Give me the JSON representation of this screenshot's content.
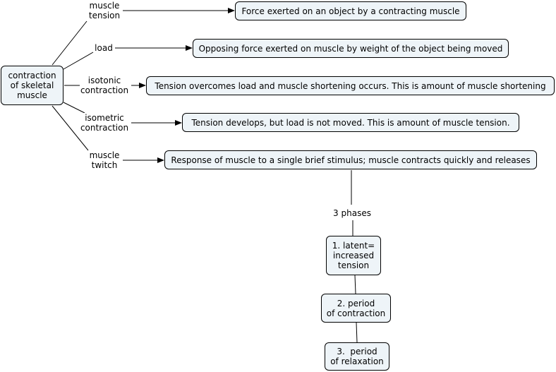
{
  "colors": {
    "node_fill": "#eef4f8",
    "stroke": "#000000",
    "background": "#ffffff"
  },
  "nodes": {
    "root": "contraction\nof skeletal\nmuscle",
    "def_tension": "Force exerted on an object by a contracting muscle",
    "def_load": "Opposing force exerted on muscle by weight of the object being moved",
    "def_isotonic": "Tension overcomes load and muscle shortening occurs.  This is amount of muscle shortening",
    "def_isometric": "Tension develops, but load is not moved.  This is amount of muscle tension.",
    "def_twitch": "Response of muscle to a single brief stimulus; muscle contracts quickly and releases",
    "phase1": "1. latent=\nincreased\ntension",
    "phase2": "2. period\nof contraction",
    "phase3": "3.  period\nof relaxation"
  },
  "links": {
    "muscle_tension": "muscle\ntension",
    "load": "load",
    "isotonic": "isotonic\ncontraction",
    "isometric": "isometric\ncontraction",
    "twitch": "muscle\ntwitch",
    "phases": "3 phases"
  }
}
